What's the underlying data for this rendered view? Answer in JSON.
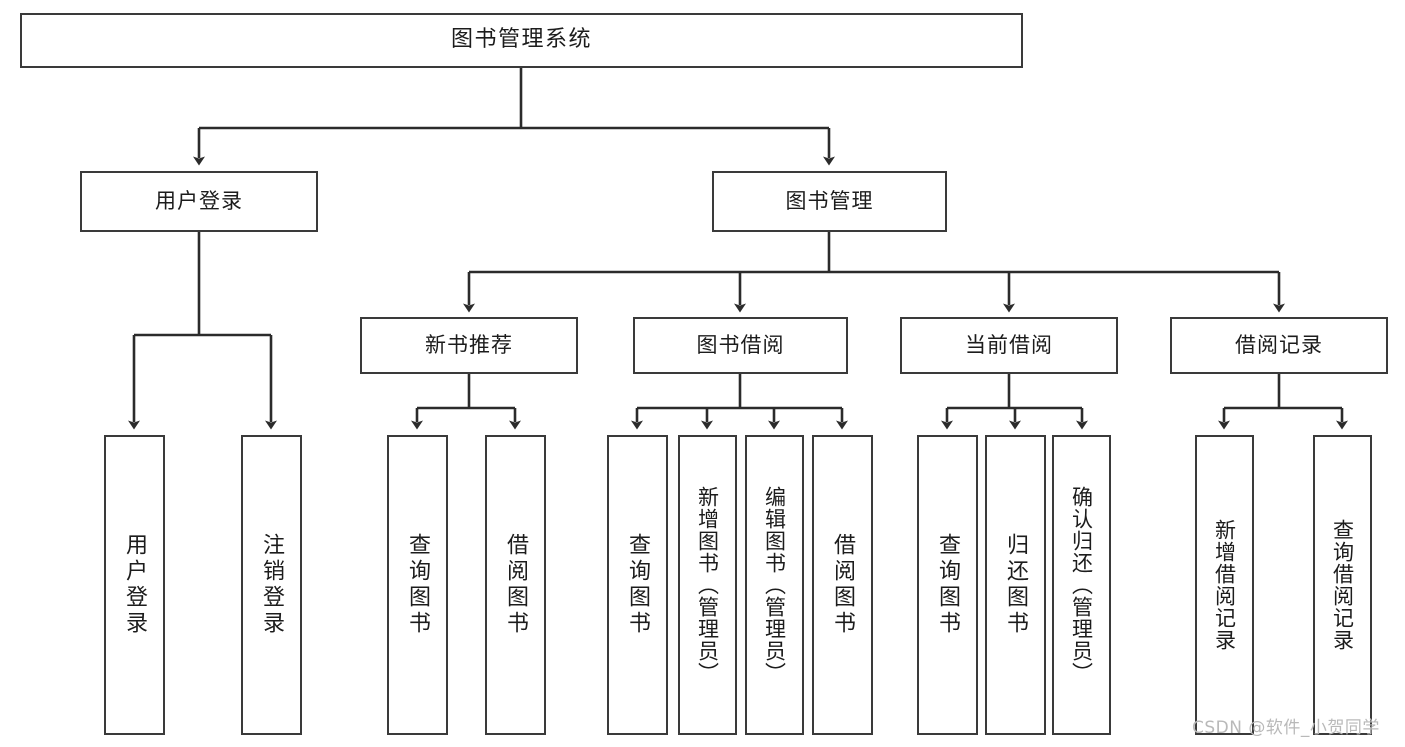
{
  "diagram": {
    "type": "tree-hierarchy",
    "title": "图书管理系统",
    "orientation": "top-down",
    "colors": {
      "stroke": "#3a3a3a",
      "fill": "#ffffff",
      "text": "#1c1c1c",
      "watermark": "#b9b9b9"
    },
    "root": {
      "label": "图书管理系统"
    },
    "level1": [
      {
        "label": "用户登录"
      },
      {
        "label": "图书管理"
      }
    ],
    "level2": [
      {
        "label": "新书推荐"
      },
      {
        "label": "图书借阅"
      },
      {
        "label": "当前借阅"
      },
      {
        "label": "借阅记录"
      }
    ],
    "leaves": {
      "user_login": [
        {
          "label": "用户登录"
        },
        {
          "label": "注销登录"
        }
      ],
      "new_book_recommend": [
        {
          "label": "查询图书"
        },
        {
          "label": "借阅图书"
        }
      ],
      "book_borrow": [
        {
          "label": "查询图书"
        },
        {
          "label": "新增图书（管理员）"
        },
        {
          "label": "编辑图书（管理员）"
        },
        {
          "label": "借阅图书"
        }
      ],
      "current_borrow": [
        {
          "label": "查询图书"
        },
        {
          "label": "归还图书"
        },
        {
          "label": "确认归还（管理员）"
        }
      ],
      "borrow_record": [
        {
          "label": "新增借阅记录"
        },
        {
          "label": "查询借阅记录"
        }
      ]
    },
    "watermark": "CSDN @软件_小贺同学"
  }
}
